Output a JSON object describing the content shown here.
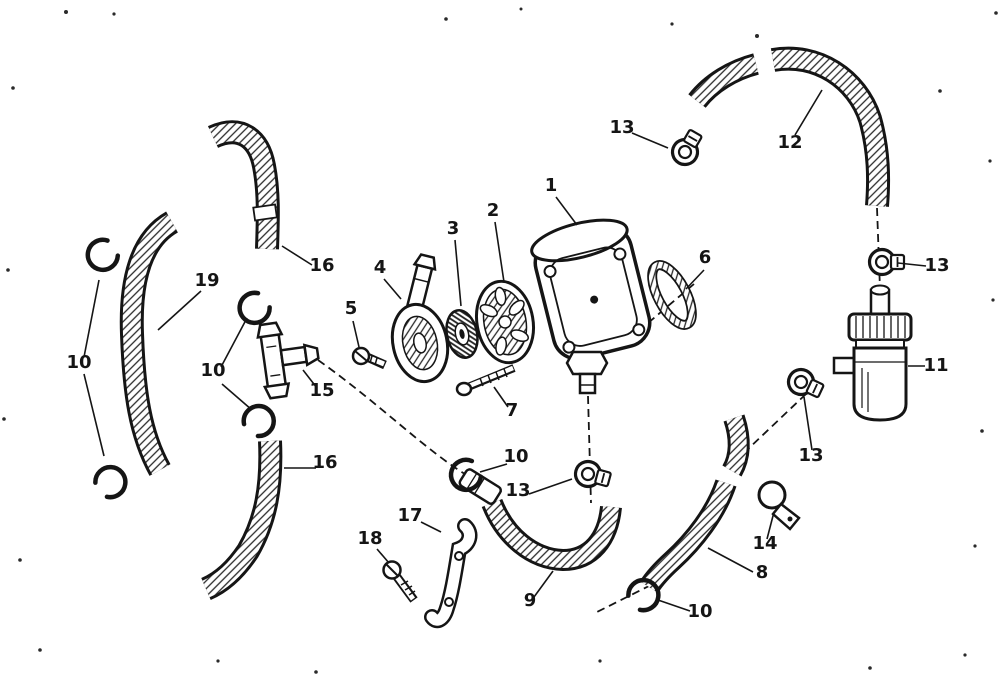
{
  "figure": {
    "ink_color": "#1a1a1a",
    "paper_color": "#ffffff"
  },
  "callouts": [
    {
      "label": "13"
    },
    {
      "label": "12"
    },
    {
      "label": "1"
    },
    {
      "label": "2"
    },
    {
      "label": "3"
    },
    {
      "label": "6"
    },
    {
      "label": "13"
    },
    {
      "label": "4"
    },
    {
      "label": "16"
    },
    {
      "label": "19"
    },
    {
      "label": "5"
    },
    {
      "label": "10"
    },
    {
      "label": "10"
    },
    {
      "label": "11"
    },
    {
      "label": "15"
    },
    {
      "label": "7"
    },
    {
      "label": "13"
    },
    {
      "label": "10"
    },
    {
      "label": "16"
    },
    {
      "label": "13"
    },
    {
      "label": "14"
    },
    {
      "label": "17"
    },
    {
      "label": "18"
    },
    {
      "label": "8"
    },
    {
      "label": "9"
    },
    {
      "label": "10"
    }
  ]
}
